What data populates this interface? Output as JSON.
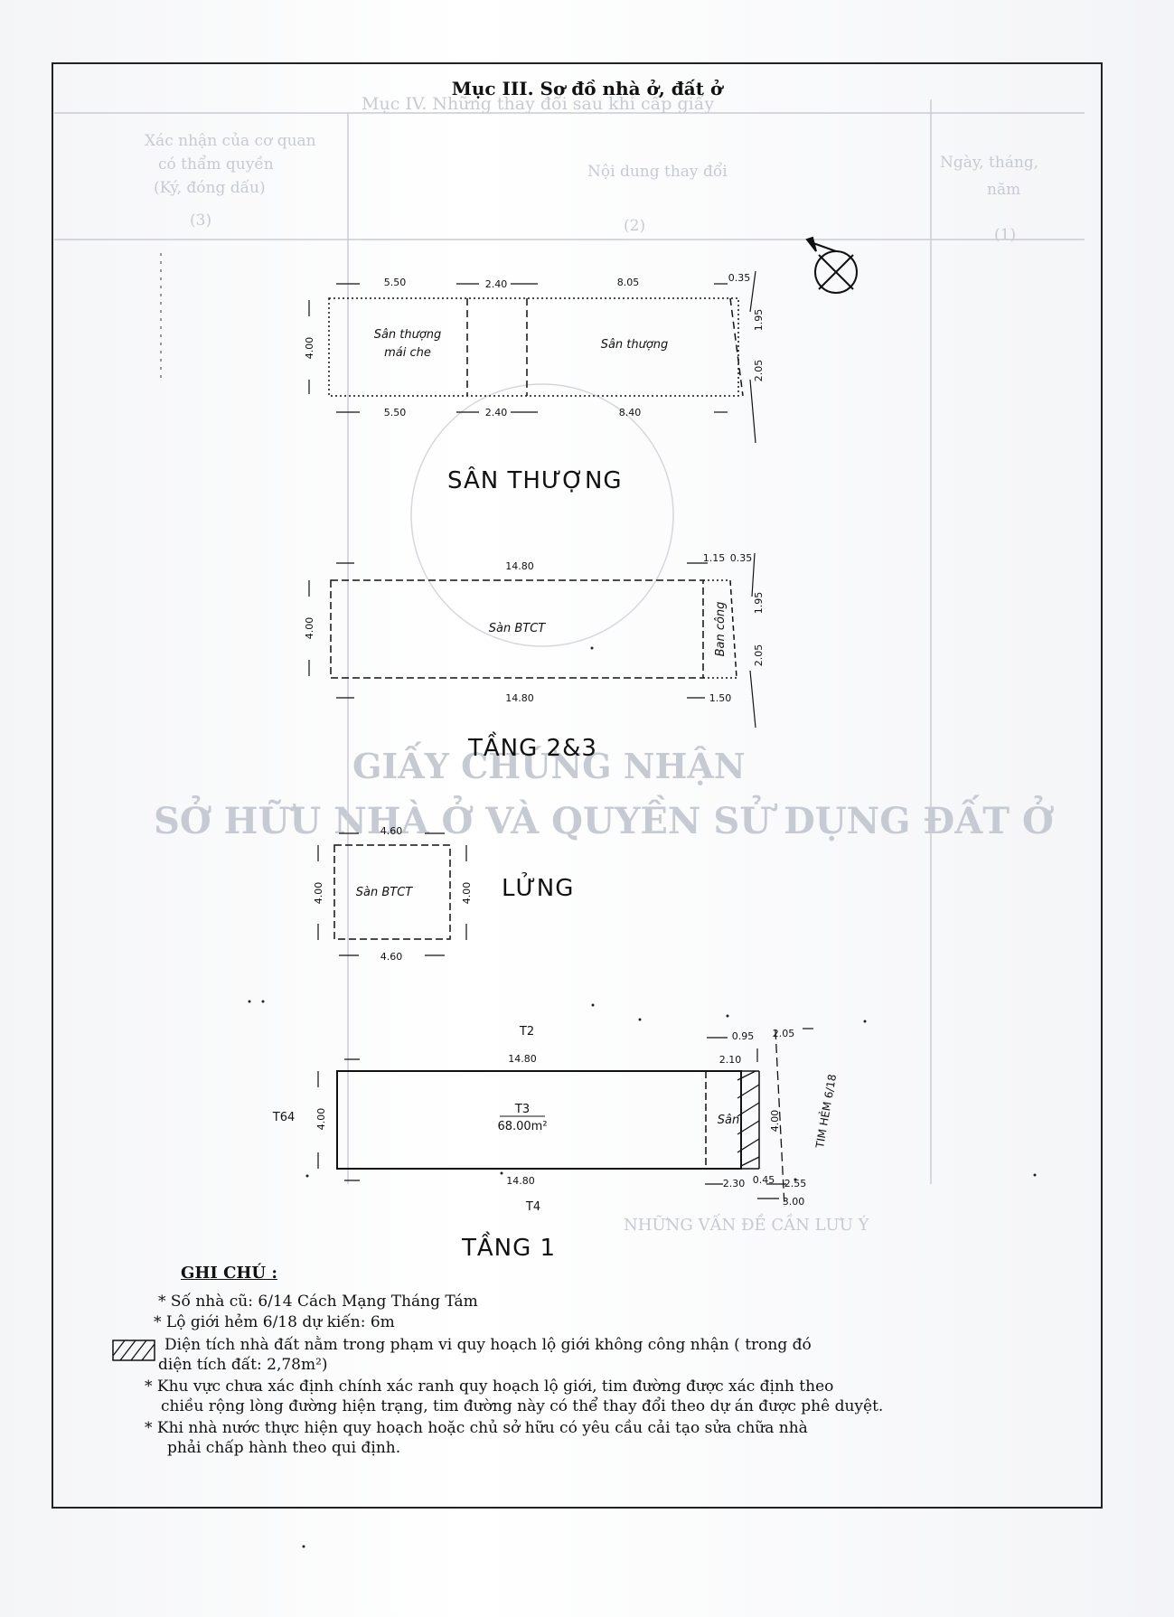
{
  "title": "Mục III. Sơ đồ nhà ở, đất ở",
  "plans": {
    "san_thuong": {
      "label": "SÂN THƯỢNG",
      "top_dims": [
        "5.50",
        "2.40",
        "8.05",
        "0.35"
      ],
      "bottom_dims": [
        "5.50",
        "2.40",
        "8.40"
      ],
      "left_dim": "4.00",
      "right_dims": [
        "1.95",
        "2.05"
      ],
      "room_left": [
        "Sân thượng",
        "mái che"
      ],
      "room_right": "Sân thượng"
    },
    "tang_2_3": {
      "label": "TẦNG 2&3",
      "top_dims": [
        "14.80",
        "1.15",
        "0.35"
      ],
      "bottom_dims": [
        "14.80",
        "1.50"
      ],
      "left_dim": "4.00",
      "right_dims": [
        "1.95",
        "2.05"
      ],
      "room_main": "Sàn BTCT",
      "room_side": "Ban công"
    },
    "lung": {
      "label": "LỬNG",
      "top_dim": "4.60",
      "bottom_dim": "4.60",
      "left_dim": "4.00",
      "right_dim": "4.00",
      "room": "Sàn BTCT"
    },
    "tang_1": {
      "label": "TẦNG 1",
      "neighbor_top": "T2",
      "neighbor_left": "T64",
      "neighbor_bottom": "T4",
      "parcel_id": "T3",
      "area": "68.00m²",
      "top_dims": [
        "14.80",
        "0.95",
        "2.05",
        "2.10"
      ],
      "bottom_dims": [
        "14.80",
        "2.30",
        "0.45",
        "2.55",
        "3.00"
      ],
      "left_dim": "4.00",
      "right_dim": "4.00",
      "room_side": "Sân",
      "road_label": "TIM HẺM 6/18"
    }
  },
  "notes": {
    "heading": "GHI CHÚ :",
    "items": [
      "* Số nhà cũ: 6/14 Cách Mạng Tháng Tám",
      "* Lộ giới hẻm 6/18 dự kiến: 6m",
      "Diện tích nhà đất nằm trong phạm vi quy hoạch lộ giới không công nhận ( trong đó",
      "diện tích đất: 2,78m²)",
      "* Khu vực chưa xác định chính xác ranh quy hoạch lộ giới, tim đường được xác định theo",
      "chiều rộng lòng đường hiện trạng, tim đường này có thể thay đổi theo dự án được phê duyệt.",
      "* Khi nhà nước thực hiện quy hoạch hoặc chủ sở hữu có yêu cầu cải tạo sửa chữa nhà",
      "phải chấp hành theo qui định."
    ]
  },
  "bleed_through": {
    "header_title": "Mục IV. Những thay đổi sau khi cấp giấy",
    "col1": [
      "Ngày, tháng,",
      "năm",
      "(1)"
    ],
    "col2": [
      "Nội dung thay đổi",
      "(2)"
    ],
    "col3": [
      "Xác nhận của cơ quan",
      "có thẩm quyền",
      "(Ký, đóng dấu)",
      "(3)"
    ],
    "seal_line1": "GIẤY CHỨNG NHẬN",
    "seal_line2": "SỞ HỮU NHÀ Ở VÀ QUYỀN SỬ DỤNG ĐẤT Ở",
    "notice_title": "NHỮNG VẤN ĐỀ CẦN LƯU Ý"
  },
  "colors": {
    "ink": "#111111",
    "ghost": "#c6cad2",
    "paper": "#fbfbfa"
  }
}
